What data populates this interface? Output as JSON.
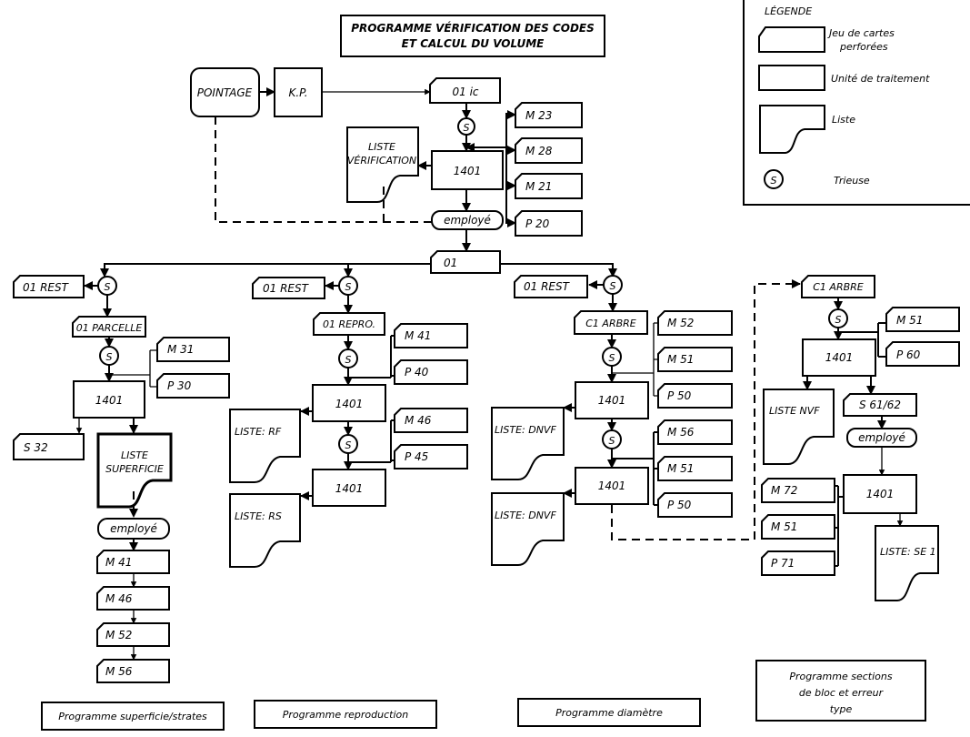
{
  "title": {
    "line1": "PROGRAMME VÉRIFICATION DES CODES",
    "line2": "ET CALCUL DU VOLUME"
  },
  "legend": {
    "heading": "LÉGENDE",
    "items": [
      {
        "symbol": "punched-card-deck",
        "label_line1": "Jeu de cartes",
        "label_line2": "perforées"
      },
      {
        "symbol": "processing-unit",
        "label_line1": "Unité de traitement",
        "label_line2": ""
      },
      {
        "symbol": "listing",
        "label_line1": "Liste",
        "label_line2": ""
      },
      {
        "symbol": "sorter",
        "glyph": "S",
        "label_line1": "Trieuse",
        "label_line2": ""
      }
    ]
  },
  "top": {
    "pointage": "POINTAGE",
    "kp": "K.P.",
    "card_01ic": "01 ic",
    "sorter": "S",
    "processor": "1401",
    "list_line1": "LISTE",
    "list_line2": "VÉRIFICATION",
    "employe": "employé",
    "side_cards": [
      "M 23",
      "M 28",
      "M 21",
      "P 20"
    ],
    "card_01": "01"
  },
  "branch_superficie": {
    "rest": "01 REST",
    "sorter": "S",
    "card": "01 PARCELLE",
    "sorter2": "S",
    "side_cards": [
      "M 31",
      "P 30"
    ],
    "processor": "1401",
    "out_card": "S 32",
    "list_line1": "LISTE",
    "list_line2": "SUPERFICIE",
    "employe": "employé",
    "chain_cards": [
      "M 41",
      "M 46",
      "M 52",
      "M 56"
    ],
    "program_label": "Programme superficie/strates"
  },
  "branch_reproduction": {
    "rest": "01 REST",
    "sorter": "S",
    "card": "01 REPRO.",
    "sorter2": "S",
    "side_cards_1": [
      "M 41",
      "P 40"
    ],
    "processor1": "1401",
    "list1": "LISTE: RF",
    "sorter3": "S",
    "side_cards_2": [
      "M 46",
      "P 45"
    ],
    "processor2": "1401",
    "list2": "LISTE: RS",
    "program_label": "Programme reproduction"
  },
  "branch_diametre": {
    "rest": "01 REST",
    "sorter": "S",
    "card": "C1 ARBRE",
    "sorter2": "S",
    "side_cards_1": [
      "M 52",
      "M 51",
      "P 50"
    ],
    "processor1": "1401",
    "list1": "LISTE: DNVF",
    "sorter3": "S",
    "side_cards_2": [
      "M 56",
      "M 51",
      "P 50"
    ],
    "processor2": "1401",
    "list2": "LISTE: DNVF",
    "program_label": "Programme diamètre"
  },
  "branch_sections": {
    "card": "C1 ARBRE",
    "sorter": "S",
    "side_cards_1": [
      "M 51",
      "P 60"
    ],
    "processor1": "1401",
    "list1": "LISTE NVF",
    "out_card": "S 61/62",
    "employe": "employé",
    "side_cards_2": [
      "M 72",
      "M 51",
      "P 71"
    ],
    "processor2": "1401",
    "list2": "LISTE: SE 1",
    "program_label_line1": "Programme sections",
    "program_label_line2": "de bloc et erreur",
    "program_label_line3": "type"
  }
}
